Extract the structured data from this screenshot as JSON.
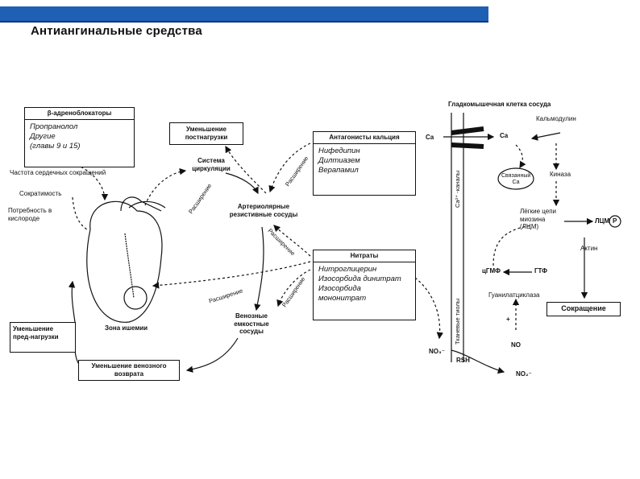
{
  "title": "Антиангинальные средства",
  "beta_box": {
    "header": "β-адреноблокаторы",
    "items": [
      "Пропранолол",
      "Другие",
      "(главы 9 и 15)"
    ]
  },
  "effects_left": {
    "hr": "Частота сердечных сокращений",
    "contractility": "Сократимость",
    "o2_demand": "Потребность в кислороде"
  },
  "afterload_box": "Уменьшение постнагрузки",
  "circulation": "Система циркуляции",
  "ca_box": {
    "header": "Антагонисты кальция",
    "items": [
      "Нифедипин",
      "Дилтиазем",
      "Верапамил"
    ]
  },
  "arteriolar": "Артериолярные резистивные сосуды",
  "nitrates_box": {
    "header": "Нитраты",
    "items": [
      "Нитроглицерин",
      "Изосорбида динитрат",
      "Изосорбида мононитрат"
    ]
  },
  "venous": "Венозные емкостные сосуды",
  "ischemia": "Зона ишемии",
  "preload_box": "Уменьшение пред-нагрузки",
  "venous_return_box": "Уменьшение венозного возврата",
  "dilation": "Расширение",
  "cell": {
    "title": "Гладкомышечная клетка сосуда",
    "calmodulin": "Кальмодулин",
    "ca_out": "Ca",
    "ca_in": "Ca",
    "ca_channels": "Ca²⁺ -каналы",
    "thiols": "Тканевые тиолы",
    "complex": "Связанный Ca",
    "kinase": "Киназа",
    "light_chains": "Лёгкие цепи миозина (ЛЦМ)",
    "lcm_p": "ЛЦМ",
    "p": "P",
    "actin": "Актин",
    "cgmp": "цГМФ",
    "gtp": "ГТФ",
    "guanylate": "Гуанилатциклаза",
    "contraction": "Сокращение",
    "no": "NO",
    "no3": "NO₃⁻",
    "no2": "NO₂⁻",
    "rsh": "RSH",
    "plus": "+"
  },
  "colors": {
    "topbar": "#1f5fb4",
    "ink": "#111111"
  }
}
